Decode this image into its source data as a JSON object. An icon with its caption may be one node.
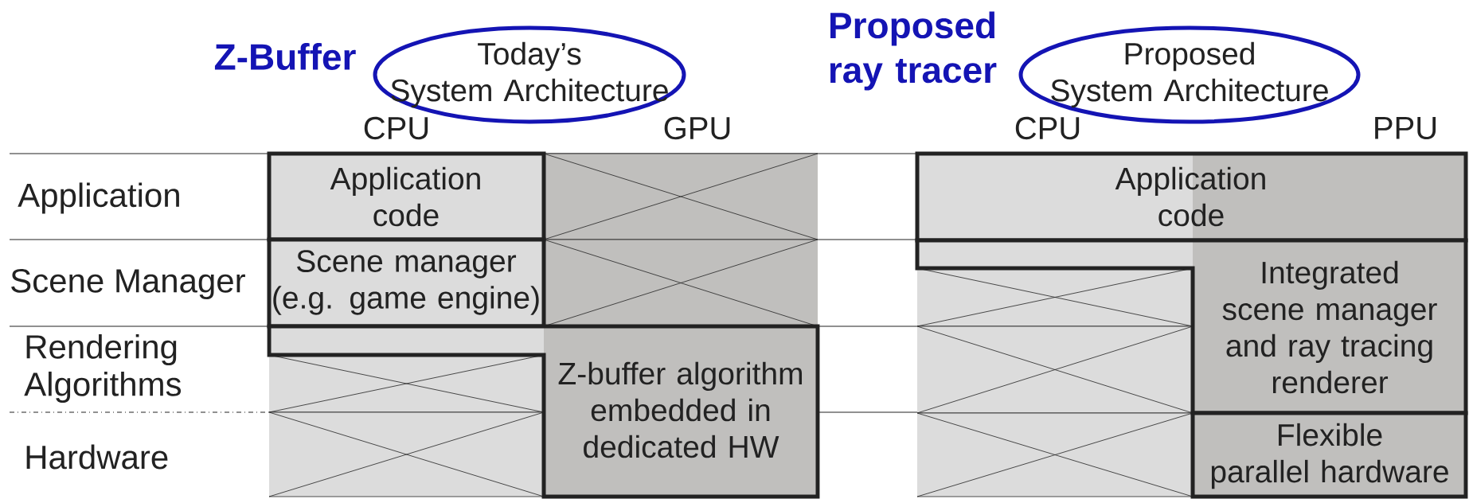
{
  "diagram": {
    "nodes": [
      {
        "text": [
          "Today’s System Architecture"
        ]
      },
      {
        "text": [
          "Proposed System Architecture"
        ]
      },
      {
        "text": [
          "Application code"
        ]
      },
      {
        "text": [
          "Scene manager (e.g. game engine)"
        ]
      },
      {
        "text": [
          "Z-buffer algorithm embedded in dedicated HW"
        ]
      },
      {
        "text": [
          "Application code"
        ]
      },
      {
        "text": [
          "Integrated scene manager and ray tracing renderer"
        ]
      },
      {
        "text": [
          "Flexible parallel hardware"
        ]
      }
    ],
    "labels": [
      "Z-Buffer",
      "Proposed ray tracer",
      "CPU",
      "GPU",
      "CPU",
      "PPU",
      "Application",
      "Scene Manager",
      "Rendering Algorithms",
      "Hardware"
    ]
  }
}
